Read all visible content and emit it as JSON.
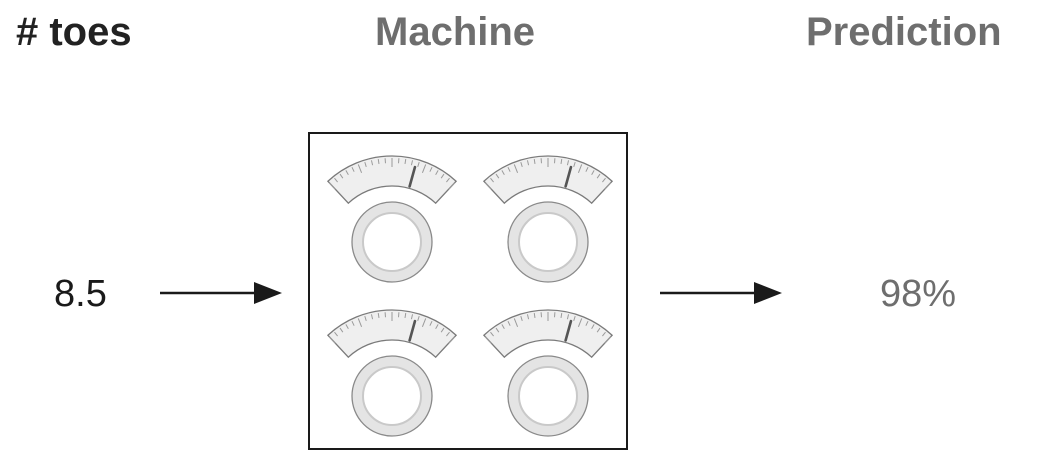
{
  "headers": {
    "input": "# toes",
    "machine": "Machine",
    "prediction": "Prediction"
  },
  "input_value": "8.5",
  "prediction_value": "98%",
  "gauges": [
    {
      "needle_level": 0.68
    },
    {
      "needle_level": 0.68
    },
    {
      "needle_level": 0.68
    },
    {
      "needle_level": 0.68
    }
  ],
  "colors": {
    "input_text": "#222222",
    "header_gray": "#6e6e6e",
    "gauge_fill": "#efefef",
    "gauge_stroke": "#7a7a7a",
    "needle": "#555555"
  }
}
